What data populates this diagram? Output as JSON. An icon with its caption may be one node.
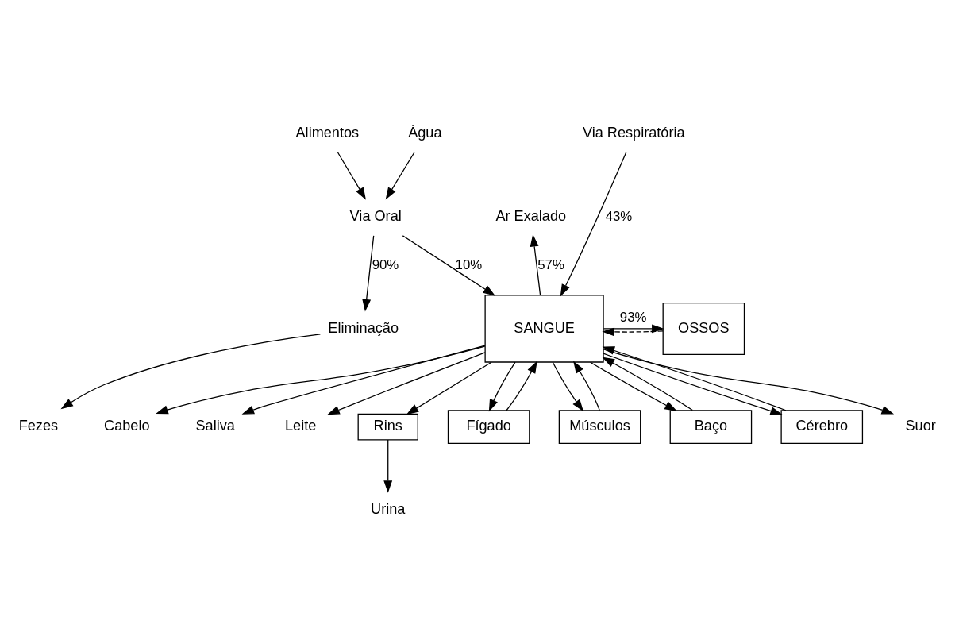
{
  "diagram": {
    "nodes": [
      {
        "text": [
          "Alimentos"
        ]
      },
      {
        "text": [
          "Água"
        ]
      },
      {
        "text": [
          "Via Oral"
        ]
      },
      {
        "text": [
          "Eliminação"
        ]
      },
      {
        "text": [
          "Fezes"
        ]
      },
      {
        "text": [
          "Via Respiratória"
        ]
      },
      {
        "text": [
          "Ar Exalado"
        ]
      },
      {
        "text": [
          "SANGUE"
        ]
      },
      {
        "text": [
          "Suor"
        ]
      },
      {
        "text": [
          "Cabelo"
        ]
      },
      {
        "text": [
          "Saliva"
        ]
      },
      {
        "text": [
          "Leite"
        ]
      },
      {
        "text": [
          "OSSOS"
        ]
      },
      {
        "text": [
          "Rins"
        ]
      },
      {
        "text": [
          "Urina"
        ]
      },
      {
        "text": [
          "Fígado"
        ]
      },
      {
        "text": [
          "Músculos"
        ]
      },
      {
        "text": [
          "Baço"
        ]
      },
      {
        "text": [
          "Cérebro"
        ]
      }
    ],
    "edges": [
      {
        "from": 0,
        "to": 2,
        "arrow": "to"
      },
      {
        "from": 1,
        "to": 2,
        "arrow": "to"
      },
      {
        "from": 2,
        "to": 3,
        "arrow": "to",
        "label": "90%"
      },
      {
        "from": 3,
        "to": 4,
        "arrow": "to"
      },
      {
        "from": 2,
        "to": 7,
        "arrow": "to",
        "label": "10%"
      },
      {
        "from": 5,
        "to": 7,
        "arrow": "to",
        "label": "43%"
      },
      {
        "from": 7,
        "to": 6,
        "arrow": "to",
        "label": "57%"
      },
      {
        "from": 7,
        "to": 8,
        "arrow": "to"
      },
      {
        "from": 7,
        "to": 9,
        "arrow": "to"
      },
      {
        "from": 7,
        "to": 10,
        "arrow": "to"
      },
      {
        "from": 7,
        "to": 11,
        "arrow": "to"
      },
      {
        "from": 7,
        "to": 12,
        "arrow": "to",
        "label": "93%"
      },
      {
        "from": 12,
        "to": 7,
        "arrow": "to",
        "style": "dashed"
      },
      {
        "from": 7,
        "to": 13,
        "arrow": "to"
      },
      {
        "from": 13,
        "to": 14,
        "arrow": "to"
      },
      {
        "from": 7,
        "to": 15,
        "arrow": "to"
      },
      {
        "from": 15,
        "to": 7,
        "arrow": "to"
      },
      {
        "from": 7,
        "to": 16,
        "arrow": "to"
      },
      {
        "from": 16,
        "to": 7,
        "arrow": "to"
      },
      {
        "from": 7,
        "to": 17,
        "arrow": "to"
      },
      {
        "from": 17,
        "to": 7,
        "arrow": "to"
      },
      {
        "from": 7,
        "to": 18,
        "arrow": "to"
      },
      {
        "from": 18,
        "to": 7,
        "arrow": "to"
      }
    ]
  }
}
